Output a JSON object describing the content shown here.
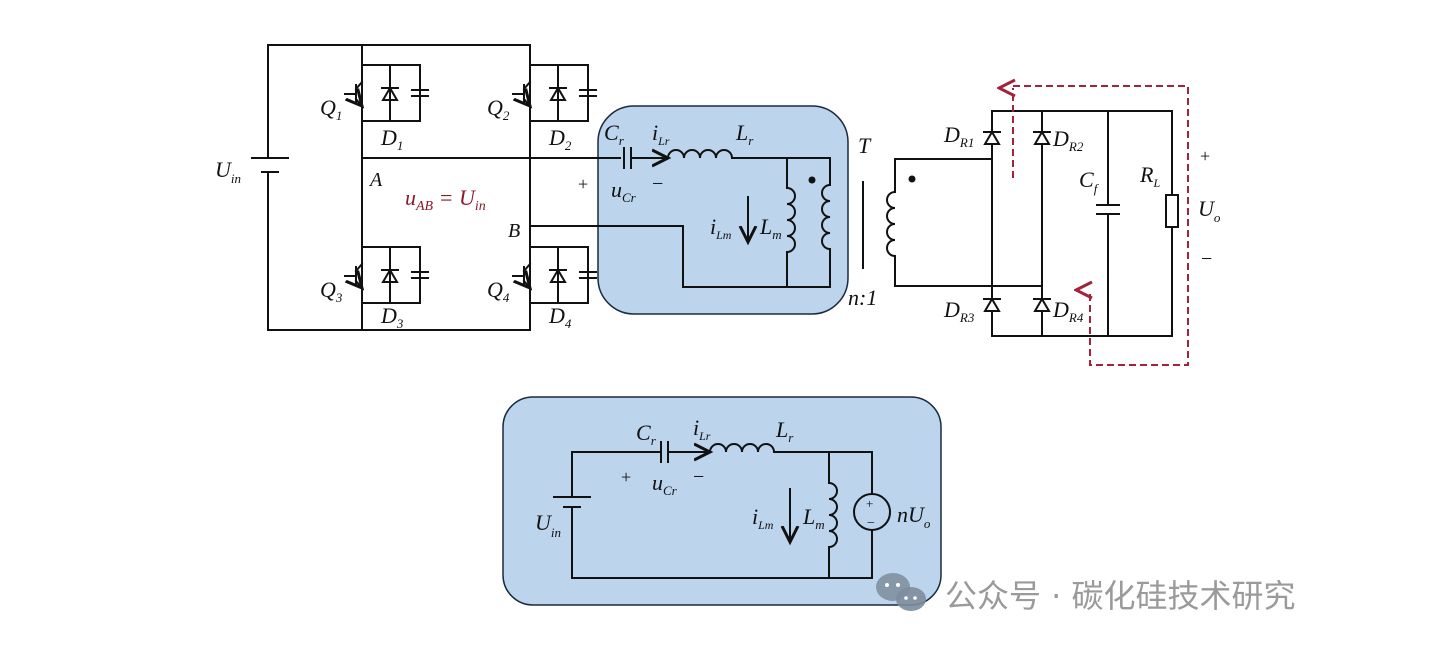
{
  "figure": {
    "full_bridge": {
      "source_label": "U",
      "source_sub": "in",
      "switches": [
        {
          "q": "Q",
          "q_sub": "1",
          "d": "D",
          "d_sub": "1"
        },
        {
          "q": "Q",
          "q_sub": "2",
          "d": "D",
          "d_sub": "2"
        },
        {
          "q": "Q",
          "q_sub": "3",
          "d": "D",
          "d_sub": "3"
        },
        {
          "q": "Q",
          "q_sub": "4",
          "d": "D",
          "d_sub": "4"
        }
      ],
      "node_a": "A",
      "node_b": "B",
      "equation": "u",
      "equation_sub": "AB",
      "equation_rhs": " = U",
      "equation_rhs_sub": "in",
      "equation_color": "#8b1a2b"
    },
    "resonant_tank": {
      "cr": "C",
      "cr_sub": "r",
      "ilr": "i",
      "ilr_sub": "Lr",
      "lr": "L",
      "lr_sub": "r",
      "ucr": "u",
      "ucr_sub": "Cr",
      "plus": "+",
      "minus": "−",
      "ilm": "i",
      "ilm_sub": "Lm",
      "lm": "L",
      "lm_sub": "m",
      "fill_color": "#bcd4ec"
    },
    "transformer": {
      "label": "T",
      "ratio": "n:1"
    },
    "rectifier": {
      "diodes": [
        {
          "d": "D",
          "sub": "R1"
        },
        {
          "d": "D",
          "sub": "R2"
        },
        {
          "d": "D",
          "sub": "R3"
        },
        {
          "d": "D",
          "sub": "R4"
        }
      ],
      "cf": "C",
      "cf_sub": "f",
      "rl": "R",
      "rl_sub": "L",
      "uo": "U",
      "uo_sub": "o",
      "plus": "+",
      "minus": "−",
      "path_color": "#a3243a"
    },
    "equivalent": {
      "cr": "C",
      "cr_sub": "r",
      "ilr": "i",
      "ilr_sub": "Lr",
      "lr": "L",
      "lr_sub": "r",
      "plus": "+",
      "minus": "−",
      "ucr": "u",
      "ucr_sub": "Cr",
      "uin": "U",
      "uin_sub": "in",
      "ilm": "i",
      "ilm_sub": "Lm",
      "lm": "L",
      "lm_sub": "m",
      "src_plus": "+",
      "src_minus": "−",
      "nuo": "nU",
      "nuo_sub": "o"
    },
    "watermark": {
      "text": "公众号 · 碳化硅技术研究",
      "icon": "wechat-icon"
    }
  }
}
